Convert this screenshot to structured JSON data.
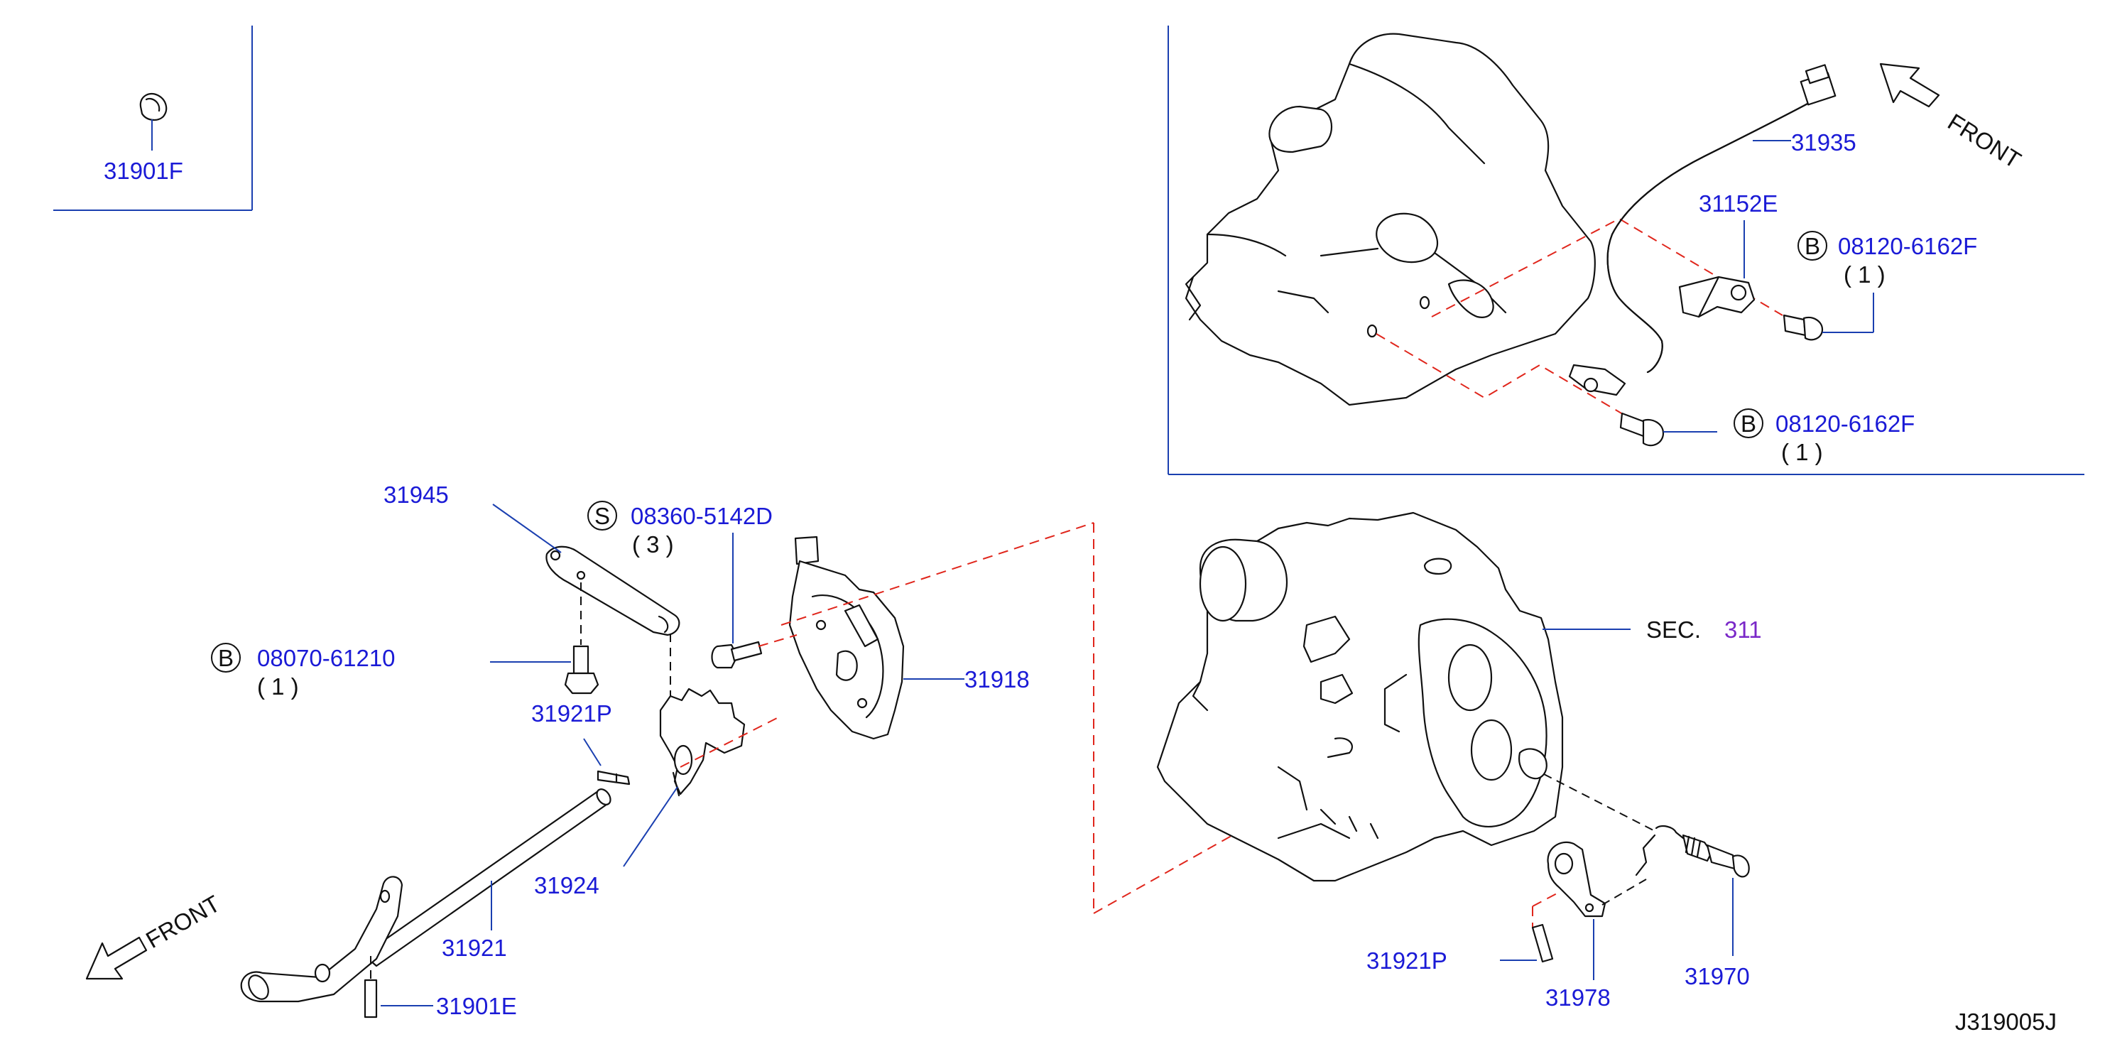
{
  "labels": {
    "p31901F": "31901F",
    "p31935": "31935",
    "p31152E": "31152E",
    "b1_code": "08120-6162F",
    "b1_qty": "( 1 )",
    "b2_code": "08120-6162F",
    "b2_qty": "( 1 )",
    "p31945": "31945",
    "s_code": "08360-5142D",
    "s_qty": "( 3 )",
    "b3_code": "08070-61210",
    "b3_qty": "( 1 )",
    "p31921P_a": "31921P",
    "p31918": "31918",
    "p31924": "31924",
    "p31921": "31921",
    "p31901E": "31901E",
    "sec_prefix": "SEC.",
    "sec_number": "311",
    "p31921P_b": "31921P",
    "p31978": "31978",
    "p31970": "31970",
    "diagram_id": "J319005J"
  },
  "badges": {
    "b": "B",
    "s": "S"
  },
  "front": {
    "top": "FRONT",
    "bottom": "FRONT"
  },
  "colors": {
    "part_number": "#1a1ad6",
    "leader": "#1a3fb0",
    "ref_line": "#e0261c",
    "section_number": "#7a28c8"
  }
}
